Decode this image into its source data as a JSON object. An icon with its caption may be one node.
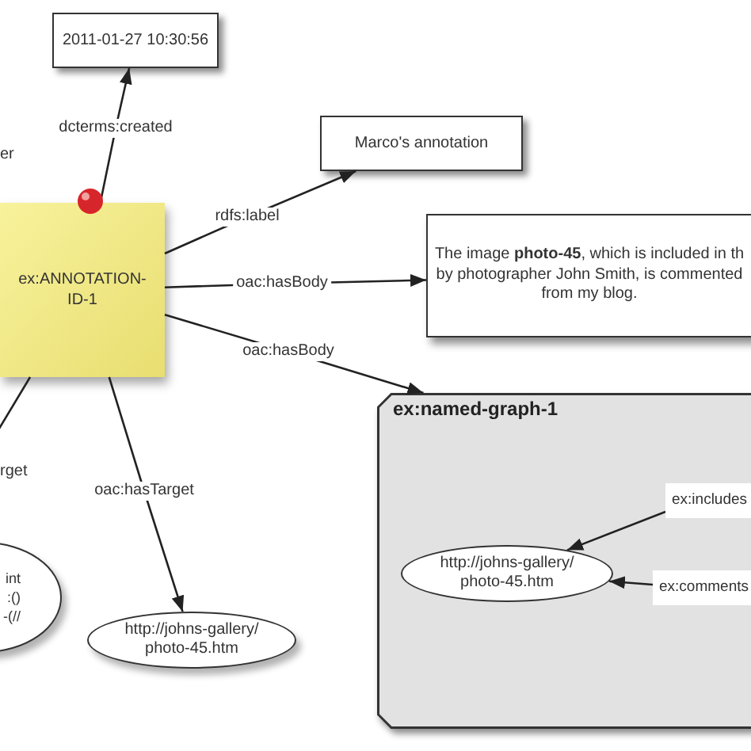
{
  "diagram": {
    "nodes": [
      {
        "text": [
          "2011-01-27 10:30:56"
        ]
      },
      {
        "text": [
          "Marco's annotation"
        ]
      },
      {
        "text": [
          "ex:ANNOTATION-ID-1"
        ]
      },
      {
        "text": [
          "The image **photo-45**, which is included in th by photographer John Smith, is commented from my blog."
        ]
      },
      {
        "text": [
          "ex:named-graph-1"
        ]
      },
      {
        "text": [
          "http://johns-gallery/ photo-45.htm"
        ],
        "in": 4
      },
      {
        "text": [
          "int :() -(//"
        ]
      },
      {
        "text": [
          "http://johns-gallery/ photo-45.htm"
        ]
      }
    ],
    "edges": [
      {
        "from": 2,
        "to": 0,
        "arrow": "to",
        "label": "dcterms:created"
      },
      {
        "from": 2,
        "to": 1,
        "arrow": "to",
        "label": "rdfs:label"
      },
      {
        "from": 2,
        "to": 3,
        "arrow": "to",
        "label": "oac:hasBody"
      },
      {
        "from": 2,
        "to": 4,
        "arrow": "to",
        "label": "oac:hasBody"
      },
      {
        "from": null,
        "to": 5,
        "arrow": "to",
        "label": "ex:includes"
      },
      {
        "from": null,
        "to": 5,
        "arrow": "to",
        "label": "ex:comments"
      },
      {
        "from": 2,
        "to": 7,
        "arrow": "to",
        "label": "oac:hasTarget"
      },
      {
        "from": 2,
        "to": 6,
        "arrow": "to",
        "label": "rget"
      }
    ],
    "labels": [
      "er"
    ]
  }
}
